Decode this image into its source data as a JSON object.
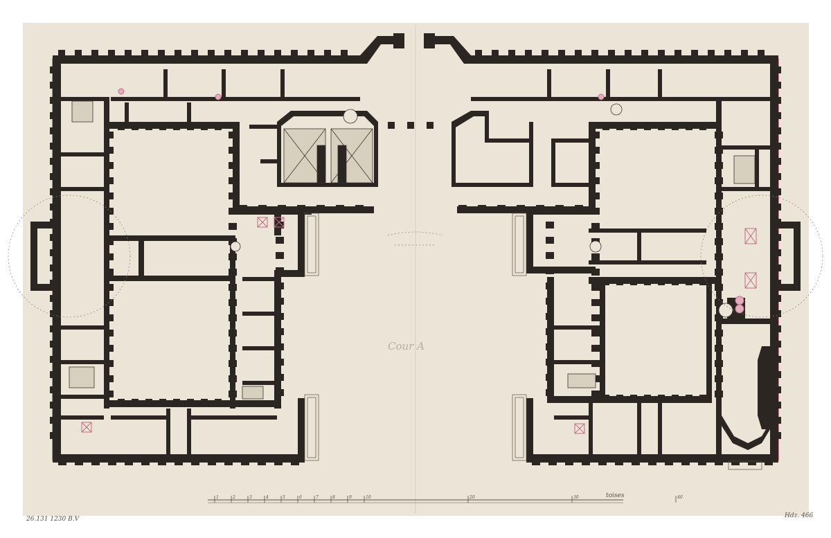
{
  "drawing": {
    "paper_color": "#ebe5d7",
    "wall_color": "#2b2622",
    "accent_color": "#c46a86",
    "ink_color": "#7a6e60",
    "court_label": "Cour A",
    "scale_label": "toises",
    "scale_marks": [
      "1",
      "2",
      "3",
      "4",
      "5",
      "6",
      "7",
      "8",
      "9",
      "10",
      "20",
      "30",
      "40"
    ]
  },
  "annotations": {
    "catalog_left": "26.131  1230  B.V",
    "catalog_right": "Hdz. 466"
  }
}
